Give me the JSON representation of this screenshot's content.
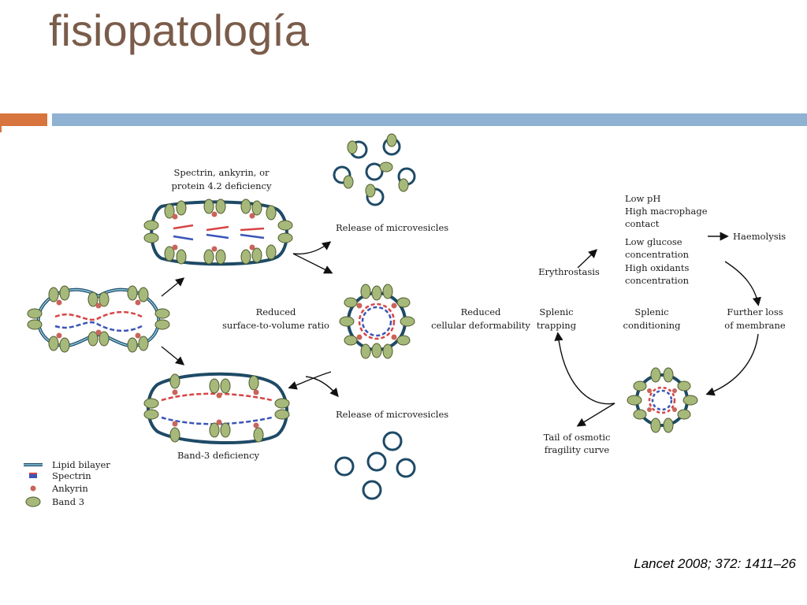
{
  "title": "fisiopatología",
  "citation": "Lancet 2008; 372: 1411–26",
  "labels": {
    "spectrin_def_1": "Spectrin, ankyrin, or",
    "spectrin_def_2": "protein 4.2 deficiency",
    "band3_def": "Band-3 deficiency",
    "release_top": "Release of microvesicles",
    "release_bottom": "Release of microvesicles",
    "reduced_stv_1": "Reduced",
    "reduced_stv_2": "surface-to-volume ratio",
    "reduced_def_1": "Reduced",
    "reduced_def_2": "cellular deformability",
    "splenic_trap_1": "Splenic",
    "splenic_trap_2": "trapping",
    "splenic_cond_1": "Splenic",
    "splenic_cond_2": "conditioning",
    "erythrostasis": "Erythrostasis",
    "low_ph": "Low pH",
    "high_mac_1": "High macrophage",
    "high_mac_2": "contact",
    "low_glu_1": "Low glucose",
    "low_glu_2": "concentration",
    "high_ox_1": "High oxidants",
    "high_ox_2": "concentration",
    "haemolysis": "Haemolysis",
    "further_1": "Further loss",
    "further_2": "of membrane",
    "tail_1": "Tail of osmotic",
    "tail_2": "fragility curve"
  },
  "legend": {
    "lipid": "Lipid bilayer",
    "spectrin": "Spectrin",
    "ankyrin": "Ankyrin",
    "band3": "Band 3"
  },
  "colors": {
    "title": "#7a5c4a",
    "accent_orange": "#d8743d",
    "accent_blue": "#8fb1d2",
    "lipid": "#1e4a66",
    "lipid_light": "#8ec9e0",
    "band3": "#a7b97a",
    "ankyrin": "#c9645a",
    "spectrin_red": "#d64545",
    "spectrin_blue": "#3b55b8"
  }
}
